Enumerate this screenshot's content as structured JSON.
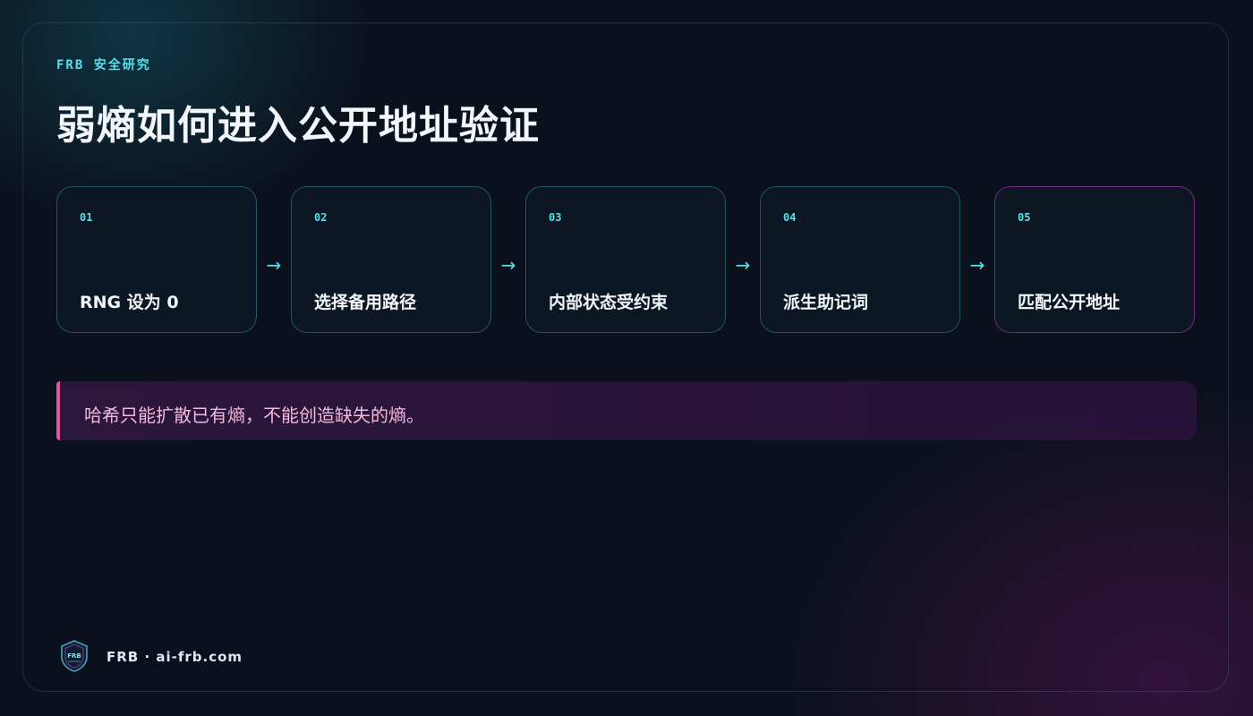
{
  "header": {
    "kicker": "FRB 安全研究",
    "title": "弱熵如何进入公开地址验证"
  },
  "steps": [
    {
      "num": "01",
      "label": "RNG 设为 0"
    },
    {
      "num": "02",
      "label": "选择备用路径"
    },
    {
      "num": "03",
      "label": "内部状态受约束"
    },
    {
      "num": "04",
      "label": "派生助记词"
    },
    {
      "num": "05",
      "label": "匹配公开地址"
    }
  ],
  "arrow_glyph": "→",
  "note": {
    "text": "哈希只能扩散已有熵，不能创造缺失的熵。"
  },
  "footer": {
    "text": "FRB · ai-frb.com",
    "logo_text": "FRB"
  },
  "colors": {
    "accent_cyan": "#57e0ea",
    "accent_pink": "#e0559c",
    "background": "#0b111c",
    "last_step_border": "#9632a0"
  }
}
